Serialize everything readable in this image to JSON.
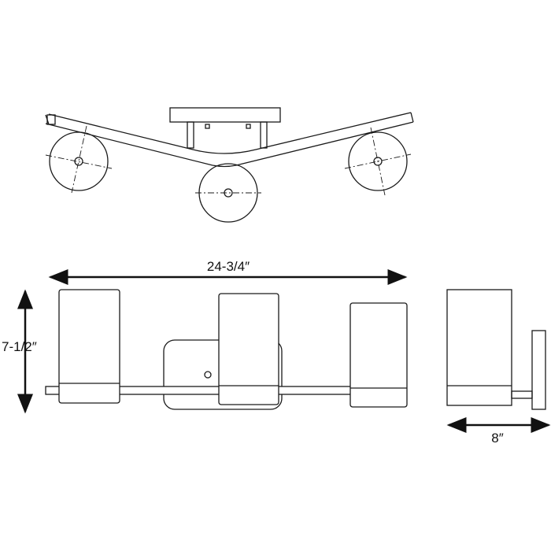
{
  "dimensions": {
    "width": "24-3/4″",
    "height": "7-1/2″",
    "depth": "8″"
  },
  "colors": {
    "line": "#1a1a1a",
    "background": "#ffffff"
  }
}
